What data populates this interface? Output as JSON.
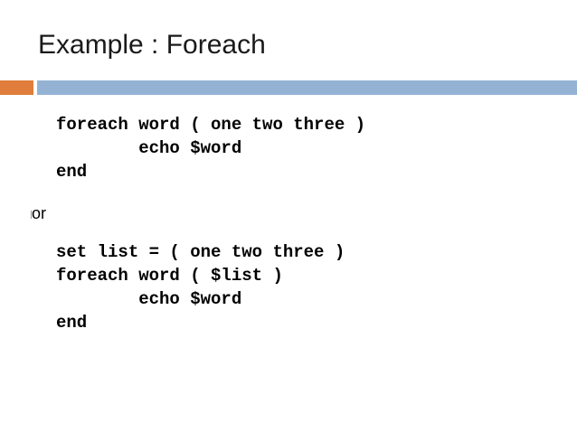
{
  "slide": {
    "title": "Example : Foreach"
  },
  "colors": {
    "accent_bar": "#e07d3c",
    "main_bar": "#94b3d4"
  },
  "code_block_1": {
    "lines": [
      "foreach word ( one two three )",
      "        echo $word",
      "end"
    ]
  },
  "separator": {
    "text": "or"
  },
  "code_block_2": {
    "lines": [
      "set list = ( one two three )",
      "foreach word ( $list )",
      "        echo $word",
      "end"
    ]
  }
}
